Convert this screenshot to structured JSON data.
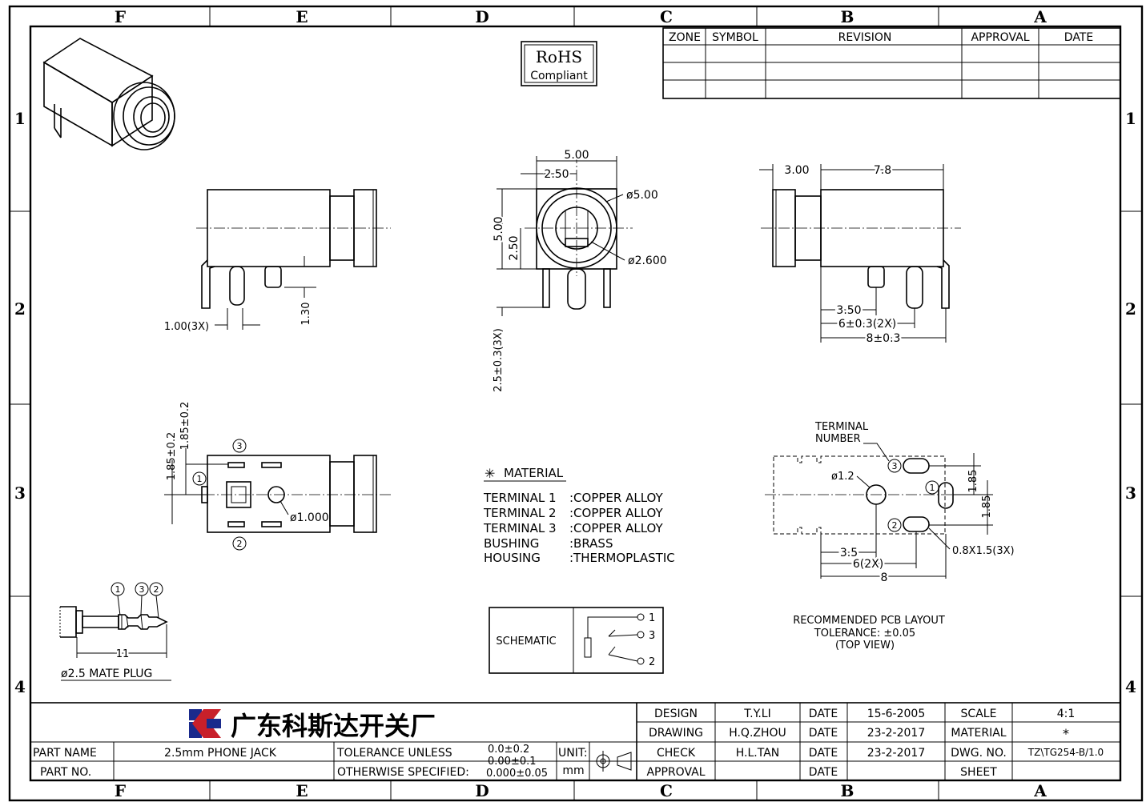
{
  "zones": {
    "columns": [
      "F",
      "E",
      "D",
      "C",
      "B",
      "A"
    ],
    "rows": [
      "1",
      "2",
      "3",
      "4"
    ]
  },
  "revision_table": {
    "headers": [
      "ZONE",
      "SYMBOL",
      "REVISION",
      "APPROVAL",
      "DATE"
    ]
  },
  "rohs": {
    "title": "RoHS",
    "subtitle": "Compliant"
  },
  "front_view": {
    "dims": [
      "5.00",
      "2.50",
      "5.00",
      "2.50",
      "ø5.00",
      "ø2.600",
      "2.5±0.3(3X)"
    ]
  },
  "left_view": {
    "dims": [
      "1.00(3X)",
      "1.30"
    ]
  },
  "right_view": {
    "dims": [
      "3.00",
      "7.8",
      "3.50",
      "6±0.3(2X)",
      "8±0.3"
    ]
  },
  "bottom_view": {
    "dims": [
      "1.85±0.2",
      "1.85±0.2",
      "ø1.000"
    ],
    "terminals": [
      "3",
      "1",
      "2"
    ]
  },
  "material": {
    "title": "MATERIAL",
    "rows": [
      {
        "label": "TERMINAL 1",
        "value": ":COPPER ALLOY"
      },
      {
        "label": "TERMINAL 2",
        "value": ":COPPER ALLOY"
      },
      {
        "label": "TERMINAL 3",
        "value": ":COPPER ALLOY"
      },
      {
        "label": "BUSHING",
        "value": ":BRASS"
      },
      {
        "label": "HOUSING",
        "value": ":THERMOPLASTIC"
      }
    ]
  },
  "pcb_layout": {
    "terminal_label_1": "TERMINAL",
    "terminal_label_2": "NUMBER",
    "dims": [
      "ø1.2",
      "1.85",
      "1.85",
      "3.5",
      "6(2X)",
      "8",
      "0.8X1.5(3X)"
    ],
    "terminals": [
      "3",
      "1",
      "2"
    ],
    "caption_1": "RECOMMENDED PCB LAYOUT",
    "caption_2": "TOLERANCE: ±0.05",
    "caption_3": "(TOP VIEW)"
  },
  "plug": {
    "terminals": [
      "1",
      "3",
      "2"
    ],
    "length": "11",
    "caption": "ø2.5 MATE PLUG"
  },
  "schematic": {
    "label": "SCHEMATIC",
    "pins": [
      "1",
      "3",
      "2"
    ]
  },
  "title_block": {
    "company": "广东科斯达开关厂",
    "part_name_label": "PART NAME",
    "part_name": "2.5mm PHONE JACK",
    "part_no_label": "PART NO.",
    "tolerance_label_1": "TOLERANCE UNLESS",
    "tolerance_label_2": "OTHERWISE SPECIFIED:",
    "tolerances": [
      "0.0±0.2",
      "0.00±0.1",
      "0.000±0.05"
    ],
    "unit_label": "UNIT:",
    "unit_value": "mm",
    "design_label": "DESIGN",
    "design_name": "T.Y.LI",
    "drawing_label": "DRAWING",
    "drawing_name": "H.Q.ZHOU",
    "check_label": "CHECK",
    "check_name": "H.L.TAN",
    "approval_label": "APPROVAL",
    "date_label": "DATE",
    "design_date": "15-6-2005",
    "drawing_date": "23-2-2017",
    "check_date": "23-2-2017",
    "scale_label": "SCALE",
    "scale_value": "4:1",
    "material_label": "MATERIAL",
    "material_value": "*",
    "dwg_no_label": "DWG. NO.",
    "dwg_no_value": "TZ\\TG254-B/1.0",
    "sheet_label": "SHEET"
  }
}
